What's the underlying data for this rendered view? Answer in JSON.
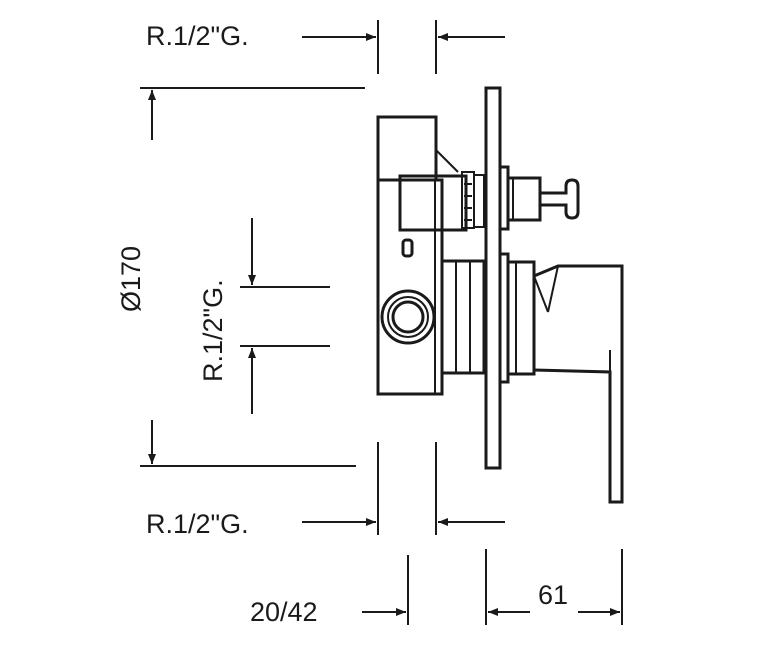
{
  "labels": {
    "thread_top": "R.1/2\"G.",
    "thread_bottom": "R.1/2\"G.",
    "thread_side": "R.1/2\"G.",
    "diameter": "Ø170",
    "depth_range": "20/42",
    "projection": "61"
  },
  "colors": {
    "line": "#1a1a1a",
    "background": "#ffffff"
  }
}
